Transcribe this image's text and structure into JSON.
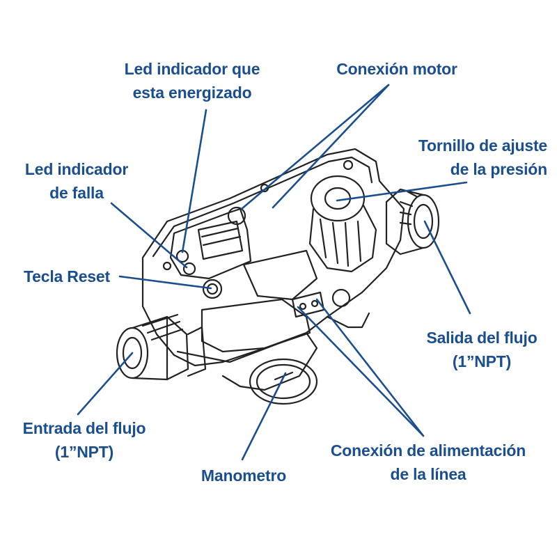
{
  "colors": {
    "label": "#1a4e8f",
    "leader": "#1a4e8f",
    "outline": "#222222"
  },
  "labels": {
    "led_energizado": [
      "Led indicador que",
      "esta energizado"
    ],
    "conexion_motor": [
      "Conexión motor"
    ],
    "tornillo": [
      "Tornillo de ajuste",
      "de la presión"
    ],
    "led_falla": [
      "Led indicador",
      "de falla"
    ],
    "tecla_reset": [
      "Tecla Reset"
    ],
    "salida": [
      "Salida del flujo",
      "(1”NPT)"
    ],
    "entrada": [
      "Entrada del flujo",
      "(1”NPT)"
    ],
    "manometro": [
      "Manometro"
    ],
    "conexion_alimentacion": [
      "Conexión de alimentación",
      "de la línea"
    ]
  }
}
